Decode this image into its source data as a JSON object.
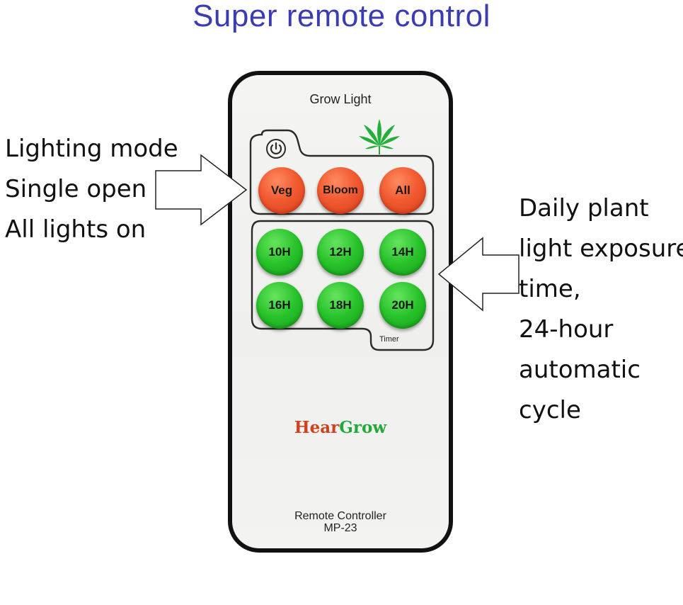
{
  "heading": "Super remote control",
  "left_annotation": [
    "Lighting mode",
    "Single open",
    "All lights on"
  ],
  "right_annotation": [
    "Daily plant",
    "light exposure",
    "time,",
    "24-hour",
    "automatic",
    "cycle"
  ],
  "remote": {
    "title": "Grow Light",
    "mode_buttons": [
      "Veg",
      "Bloom",
      "All"
    ],
    "timer_buttons": [
      "10H",
      "12H",
      "14H",
      "16H",
      "18H",
      "20H"
    ],
    "timer_label": "Timer",
    "brand_part1": "Hear",
    "brand_part2": "Grow",
    "footer_line1": "Remote Controller",
    "footer_line2": "MP-23"
  },
  "colors": {
    "heading": "#3b3bb2",
    "mode_button": "#f25a30",
    "timer_button": "#27c22a",
    "brand_hear": "#d2401e",
    "brand_grow": "#24a83a"
  },
  "icons": [
    "power-icon",
    "cannabis-leaf-icon",
    "arrow-right-icon",
    "arrow-left-icon"
  ]
}
